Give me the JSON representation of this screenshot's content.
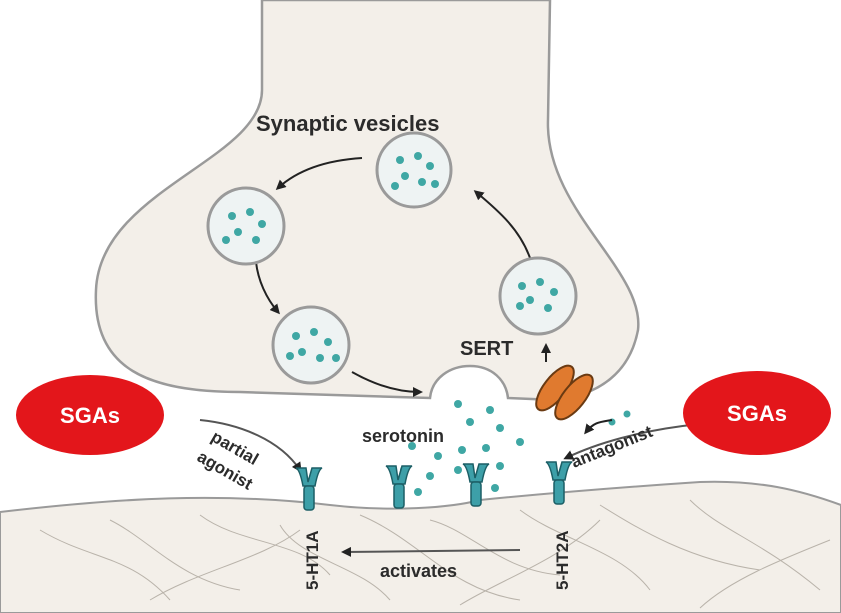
{
  "labels": {
    "vesicles": "Synaptic vesicles",
    "sert": "SERT",
    "serotonin": "serotonin",
    "sga_left": "SGAs",
    "sga_right": "SGAs",
    "partial": "partial",
    "agonist": "agonist",
    "antagonist": "antagonist",
    "receptor_left": "5-HT1A",
    "receptor_right": "5-HT2A",
    "activates": "activates"
  },
  "colors": {
    "neuron_fill": "#f3efe9",
    "outline": "#9a9a9a",
    "vesicle_fill": "#eef3f3",
    "dot": "#3fa7a4",
    "receptor": "#3d9fa8",
    "sga_red": "#e3161b",
    "sert": "#e07a2f"
  }
}
